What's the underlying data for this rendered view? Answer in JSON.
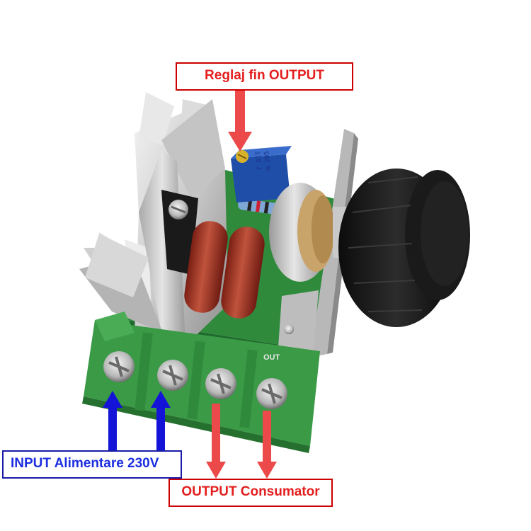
{
  "labels": {
    "top": "Reglaj fin OUTPUT",
    "input": "INPUT Alimentare 230V",
    "output": "OUTPUT Consumator"
  },
  "component_markings": {
    "trimpot_code_line1": "W 205",
    "trimpot_code_line2": "T 8IT",
    "pcb_out": "OUT"
  },
  "colors": {
    "label_red": "#e41e1e",
    "label_blue": "#1c2ee0",
    "arrow_red": "#ec4a4a",
    "arrow_blue": "#1414d8",
    "pcb_green": "#2f8a3c",
    "terminal_green": "#3a9a46",
    "knob_black": "#151515"
  }
}
